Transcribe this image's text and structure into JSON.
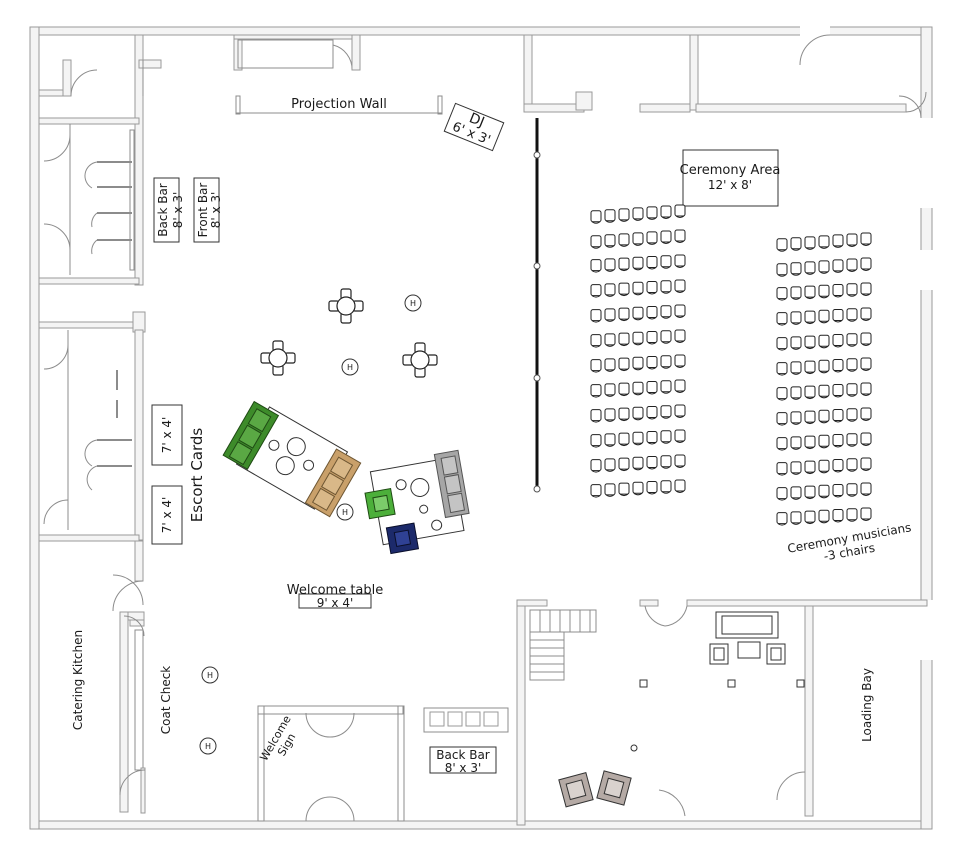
{
  "labels": {
    "projection_wall": "Projection Wall",
    "dj_name": "DJ",
    "dj_size": "6' x 3'",
    "ceremony_area": "Ceremony Area",
    "ceremony_size": "12' x 8'",
    "back_bar_name": "Back Bar",
    "back_bar_size": "8' x 3'",
    "front_bar_name": "Front Bar",
    "front_bar_size": "8' x 3'",
    "escort_table_1": "7' x 4'",
    "escort_table_2": "7' x 4'",
    "escort_cards": "Escort Cards",
    "welcome_table_name": "Welcome table",
    "welcome_table_size": "9' x 4'",
    "ceremony_musicians_1": "Ceremony musicians",
    "ceremony_musicians_2": "-3 chairs",
    "catering_kitchen": "Catering Kitchen",
    "coat_check": "Coat Check",
    "welcome_sign_1": "Welcome",
    "welcome_sign_2": "Sign",
    "back_bar2_name": "Back Bar",
    "back_bar2_size": "8' x 3'",
    "loading_bay": "Loading Bay",
    "highboy_marker": "H"
  },
  "colors": {
    "wall_fill": "#f4f4f4",
    "wall_stroke": "#9a9a9a",
    "sofa_green": "#3d8b2a",
    "sofa_tan": "#c9a06a",
    "sofa_gray": "#a6a6a6",
    "chair_green": "#4caf3a",
    "chair_navy": "#1c2a6b",
    "armchair_gray": "#b5aaa5"
  }
}
